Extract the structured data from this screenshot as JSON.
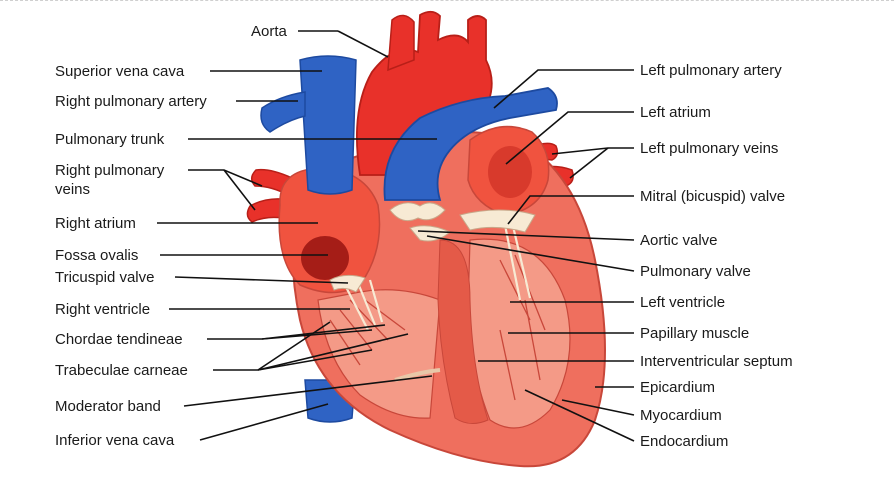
{
  "colors": {
    "vein_blue": "#2f63c4",
    "vein_blue_dark": "#1d4aa0",
    "artery_red": "#e8312a",
    "artery_red_dark": "#b81f18",
    "muscle": "#ef6f5e",
    "muscle_light": "#f49a87",
    "muscle_dark": "#c8473a",
    "valve_cream": "#f7ead4",
    "leader": "#111111"
  },
  "labels": {
    "aorta": "Aorta",
    "superior_vena_cava": "Superior vena cava",
    "right_pulmonary_artery": "Right pulmonary artery",
    "pulmonary_trunk": "Pulmonary trunk",
    "right_pulmonary_veins_line1": "Right pulmonary",
    "right_pulmonary_veins_line2": "veins",
    "right_atrium": "Right atrium",
    "fossa_ovalis": "Fossa ovalis",
    "tricuspid_valve": "Tricuspid valve",
    "right_ventricle": "Right ventricle",
    "chordae_tendineae": "Chordae tendineae",
    "trabeculae_carneae": "Trabeculae carneae",
    "moderator_band": "Moderator band",
    "inferior_vena_cava": "Inferior vena cava",
    "left_pulmonary_artery": "Left pulmonary artery",
    "left_atrium": "Left atrium",
    "left_pulmonary_veins": "Left pulmonary veins",
    "mitral_valve": "Mitral (bicuspid) valve",
    "aortic_valve": "Aortic valve",
    "pulmonary_valve": "Pulmonary valve",
    "left_ventricle": "Left ventricle",
    "papillary_muscle": "Papillary muscle",
    "interventricular_septum": "Interventricular septum",
    "epicardium": "Epicardium",
    "myocardium": "Myocardium",
    "endocardium": "Endocardium"
  }
}
